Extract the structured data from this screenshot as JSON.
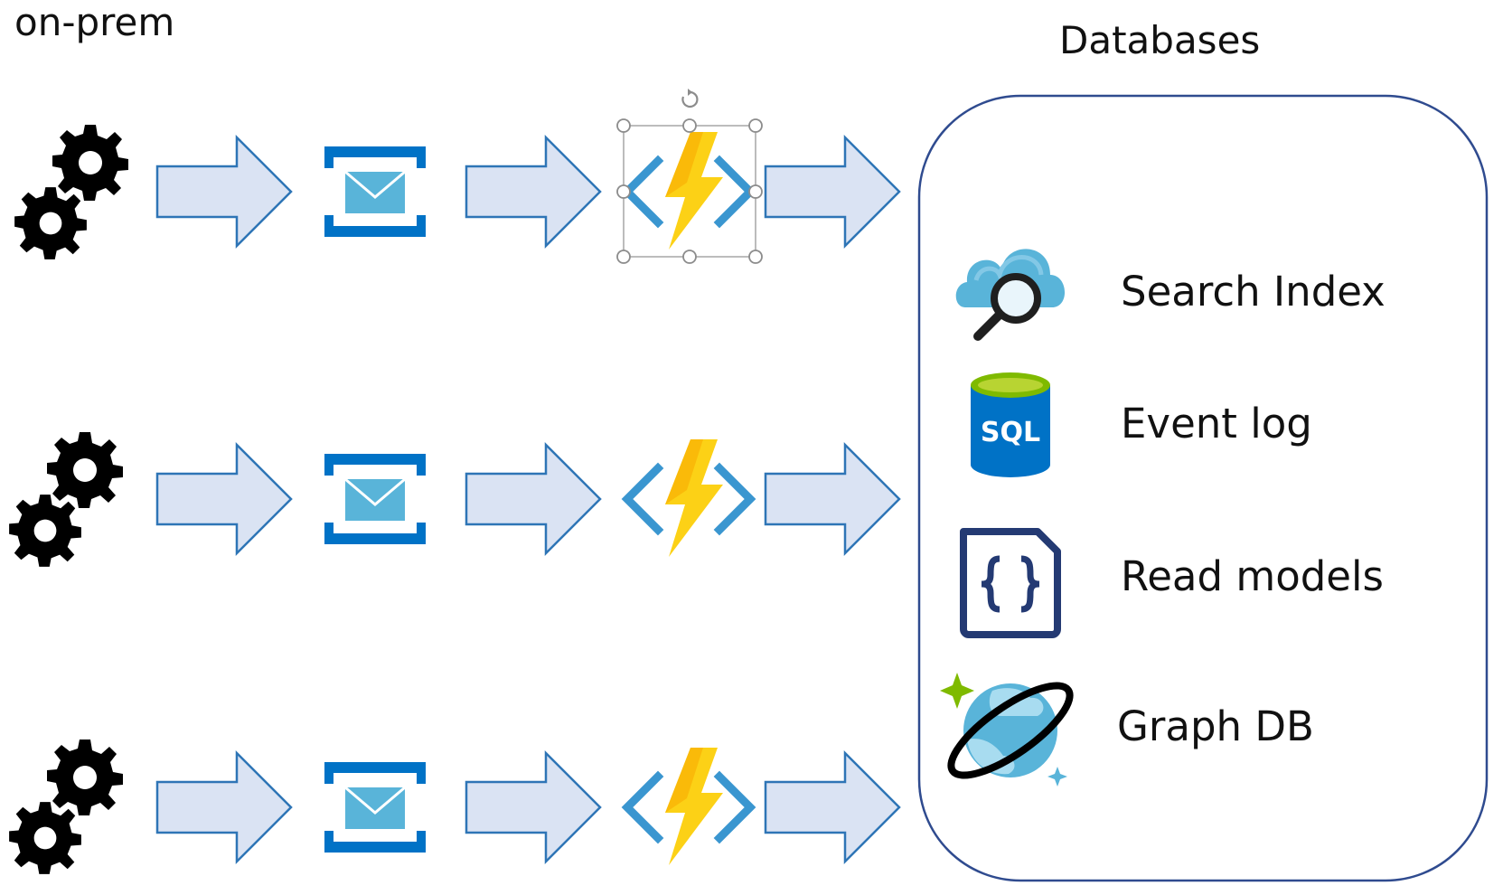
{
  "on_prem_label": "on-prem",
  "databases_heading": "Databases",
  "pipelines": [
    {
      "source": "gear-icons",
      "queue": "service-bus-queue-icon",
      "function": "azure-function-icon",
      "function_selected": true
    },
    {
      "source": "gear-icons",
      "queue": "service-bus-queue-icon",
      "function": "azure-function-icon",
      "function_selected": false
    },
    {
      "source": "gear-icons",
      "queue": "service-bus-queue-icon",
      "function": "azure-function-icon",
      "function_selected": false
    }
  ],
  "databases": [
    {
      "label": "Search Index",
      "icon": "search-cloud-icon"
    },
    {
      "label": "Event log",
      "icon": "sql-database-icon"
    },
    {
      "label": "Read models",
      "icon": "json-document-icon"
    },
    {
      "label": "Graph DB",
      "icon": "cosmos-db-icon"
    }
  ],
  "colors": {
    "arrow_fill": "#dae3f3",
    "arrow_stroke": "#2e75b6",
    "queue_blue": "#0072c6",
    "envelope_blue": "#59b4d9",
    "bolt_yellow": "#fcd116",
    "container_stroke": "#2f4b8f"
  }
}
